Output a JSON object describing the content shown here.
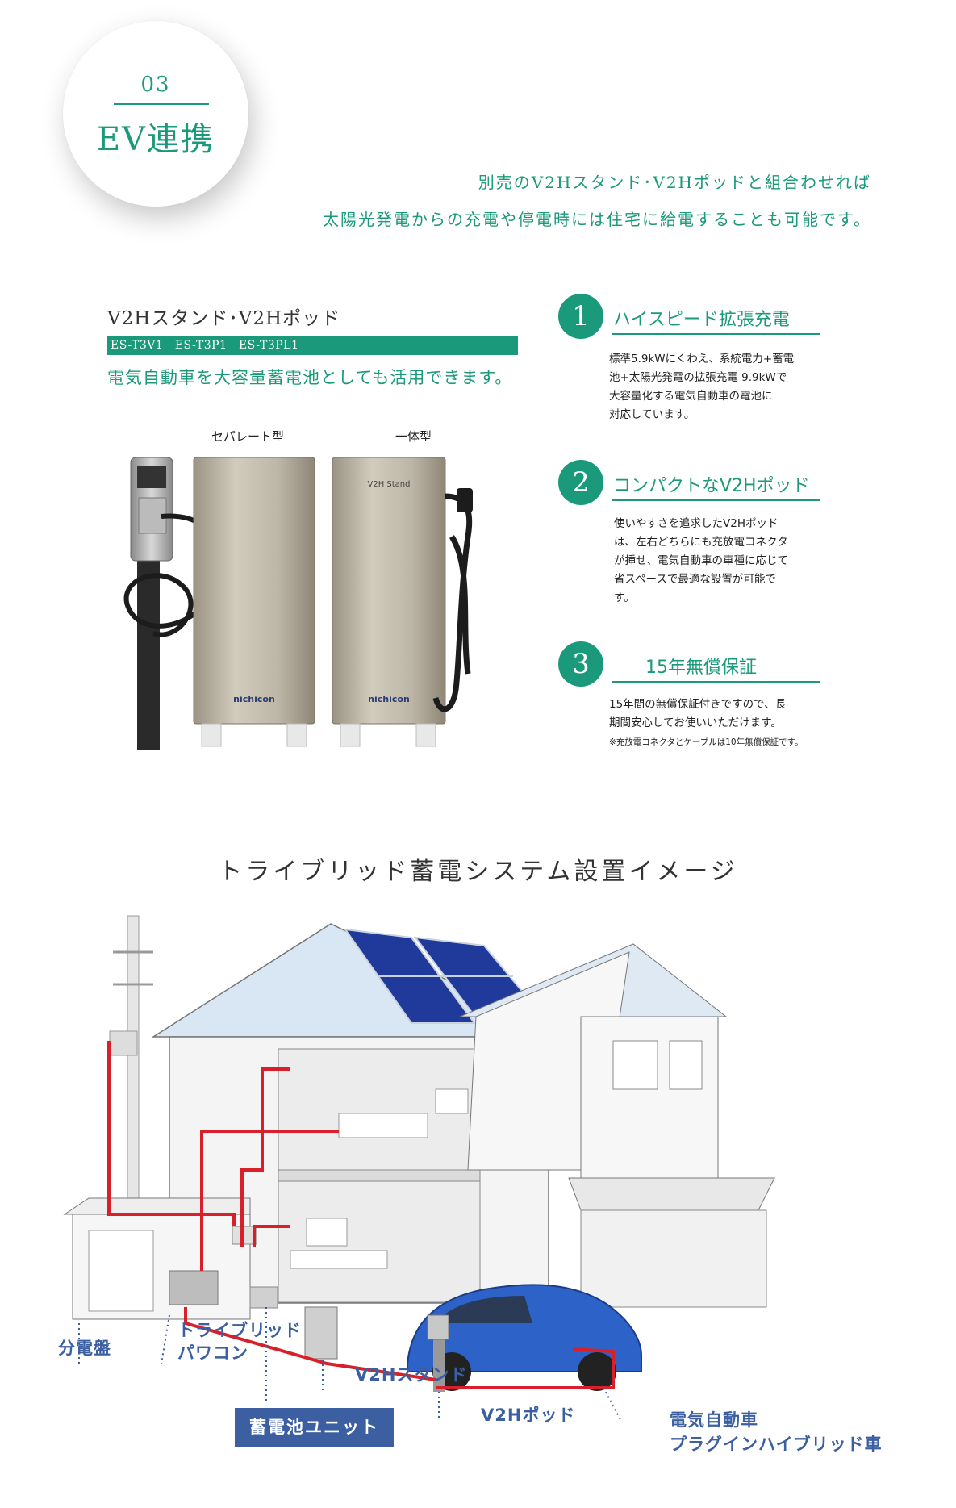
{
  "header": {
    "number": "03",
    "title": "EV連携",
    "intro_line1": "別売のV2Hスタンド･V2Hポッドと組合わせれば",
    "intro_line2": "太陽光発電からの充電や停電時には住宅に給電することも可能です。"
  },
  "product": {
    "title": "V2Hスタンド･V2Hポッド",
    "models": "ES-T3V1　ES-T3P1　ES-T3PL1",
    "description": "電気自動車を大容量蓄電池としても活用できます。",
    "type_separate": "セパレート型",
    "type_integrated": "一体型",
    "brand": "nichicon",
    "stand_plate": "V2H Stand"
  },
  "features": [
    {
      "number": "1",
      "title": "ハイスピード拡張充電",
      "lines": [
        "標準5.9kWにくわえ、系統電力+蓄電",
        "池+太陽光発電の拡張充電 9.9kWで",
        "大容量化する電気自動車の電池に",
        "対応しています。"
      ]
    },
    {
      "number": "2",
      "title": "コンパクトなV2Hポッド",
      "lines": [
        "使いやすさを追求したV2Hポッド",
        "は、左右どちらにも充放電コネクタ",
        "が挿せ、電気自動車の車種に応じて",
        "省スペースで最適な設置が可能で",
        "す。"
      ]
    },
    {
      "number": "3",
      "title": "15年無償保証",
      "lines": [
        "15年間の無償保証付きですので、長",
        "期間安心してお使いいただけます。"
      ],
      "note": "※充放電コネクタとケーブルは10年無償保証です。"
    }
  ],
  "diagram": {
    "title": "トライブリッド蓄電システム設置イメージ",
    "labels": {
      "distribution_board": "分電盤",
      "power_conditioner_l1": "トライブリッド",
      "power_conditioner_l2": "パワコン",
      "v2h_stand": "V2Hスタンド",
      "v2h_pod": "V2Hポッド",
      "ev_l1": "電気自動車",
      "ev_l2": "プラグインハイブリッド車",
      "battery_unit": "蓄電池ユニット"
    }
  },
  "colors": {
    "accent_green": "#1a9a7a",
    "label_blue": "#3b5fa0",
    "power_red": "#d8202a"
  }
}
